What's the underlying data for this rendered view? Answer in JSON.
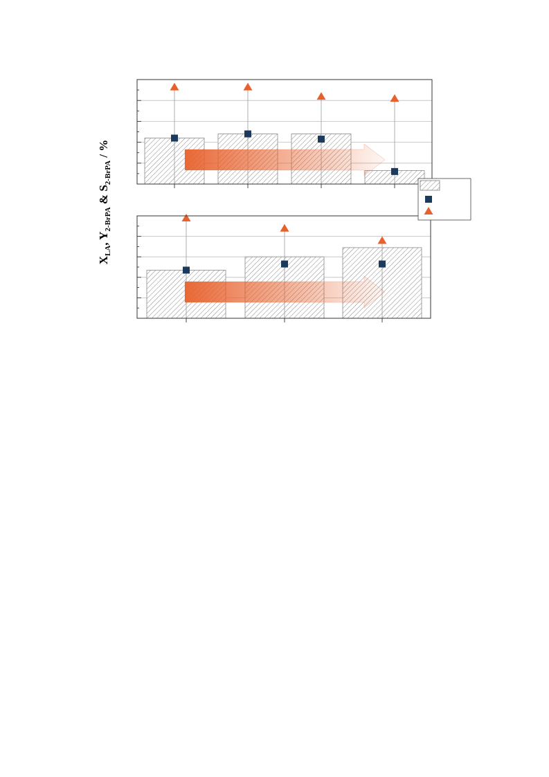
{
  "figure": {
    "ylabel": {
      "x_main": "X",
      "x_sub": "LA",
      "sep1": ", ",
      "y_main": "Y",
      "y_sub": "2-BrPA",
      "sep2": " & ",
      "s_main": "S",
      "s_sub": "2-BrPA",
      "unit": " / %"
    },
    "colors": {
      "triangle": "#E8612C",
      "square": "#1B3A5C",
      "bar_hatch": "#7a7a7a",
      "grid": "#bdbdbd",
      "arrow": "#E8612C"
    },
    "legend_icons": [
      "hatched-bar-icon",
      "square-marker-icon",
      "triangle-marker-icon"
    ]
  },
  "chart_data": [
    {
      "type": "bar",
      "ylim": [
        0,
        100
      ],
      "grid": true,
      "categories": [
        "",
        "",
        "",
        ""
      ],
      "series": [
        {
          "kind": "bar",
          "values": [
            44,
            48,
            48,
            13
          ]
        },
        {
          "kind": "square",
          "values": [
            44,
            48,
            43,
            12
          ]
        },
        {
          "kind": "triangle",
          "values": [
            93,
            93,
            84,
            82
          ]
        }
      ]
    },
    {
      "type": "bar",
      "ylim": [
        0,
        100
      ],
      "grid": true,
      "categories": [
        "",
        "",
        ""
      ],
      "series": [
        {
          "kind": "bar",
          "values": [
            47,
            60,
            69
          ]
        },
        {
          "kind": "square",
          "values": [
            47,
            53,
            53
          ]
        },
        {
          "kind": "triangle",
          "values": [
            98,
            88,
            76
          ]
        }
      ]
    }
  ]
}
